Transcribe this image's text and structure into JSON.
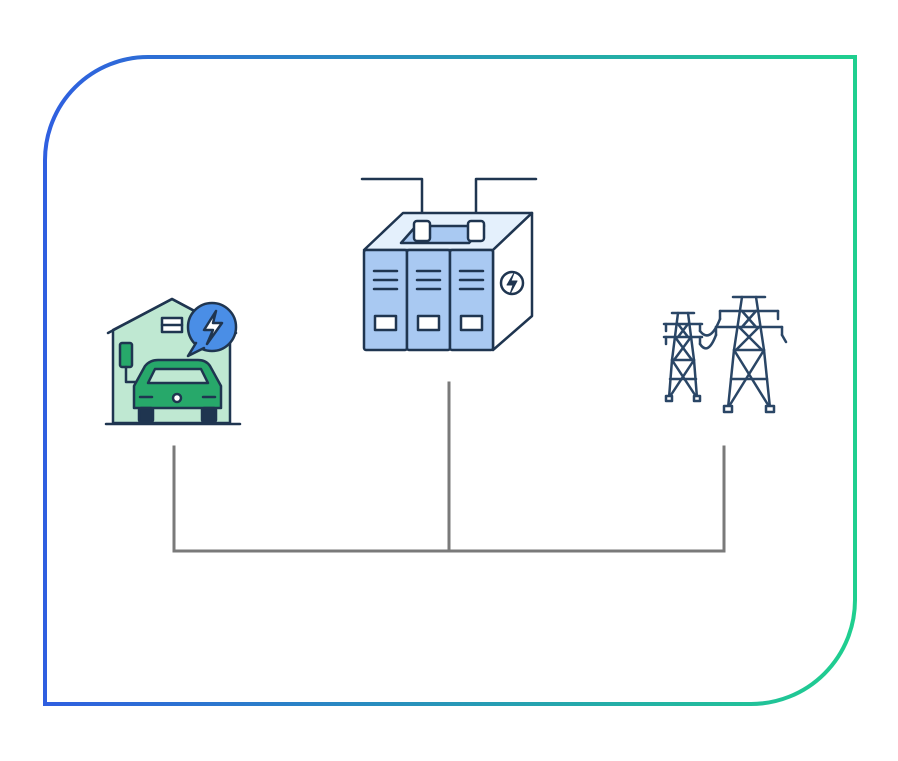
{
  "diagram": {
    "frame": {
      "gradient_start": "#2f5fe0",
      "gradient_end": "#1fcf8f"
    },
    "nodes": [
      {
        "id": "ev-home-charging",
        "icon": "house-ev-charging-icon"
      },
      {
        "id": "battery-storage",
        "icon": "battery-storage-cabinet-icon"
      },
      {
        "id": "power-grid",
        "icon": "transmission-towers-icon"
      }
    ],
    "connector_color": "#7a7a7a",
    "icon_colors": {
      "outline": "#1f3550",
      "house_fill": "#bfe8d2",
      "car_fill": "#27a86a",
      "bolt_badge_fill": "#4a8ee6",
      "cabinet_fill": "#a9c9f2",
      "cabinet_side": "#ffffff",
      "tower_stroke": "#2a4666"
    }
  }
}
